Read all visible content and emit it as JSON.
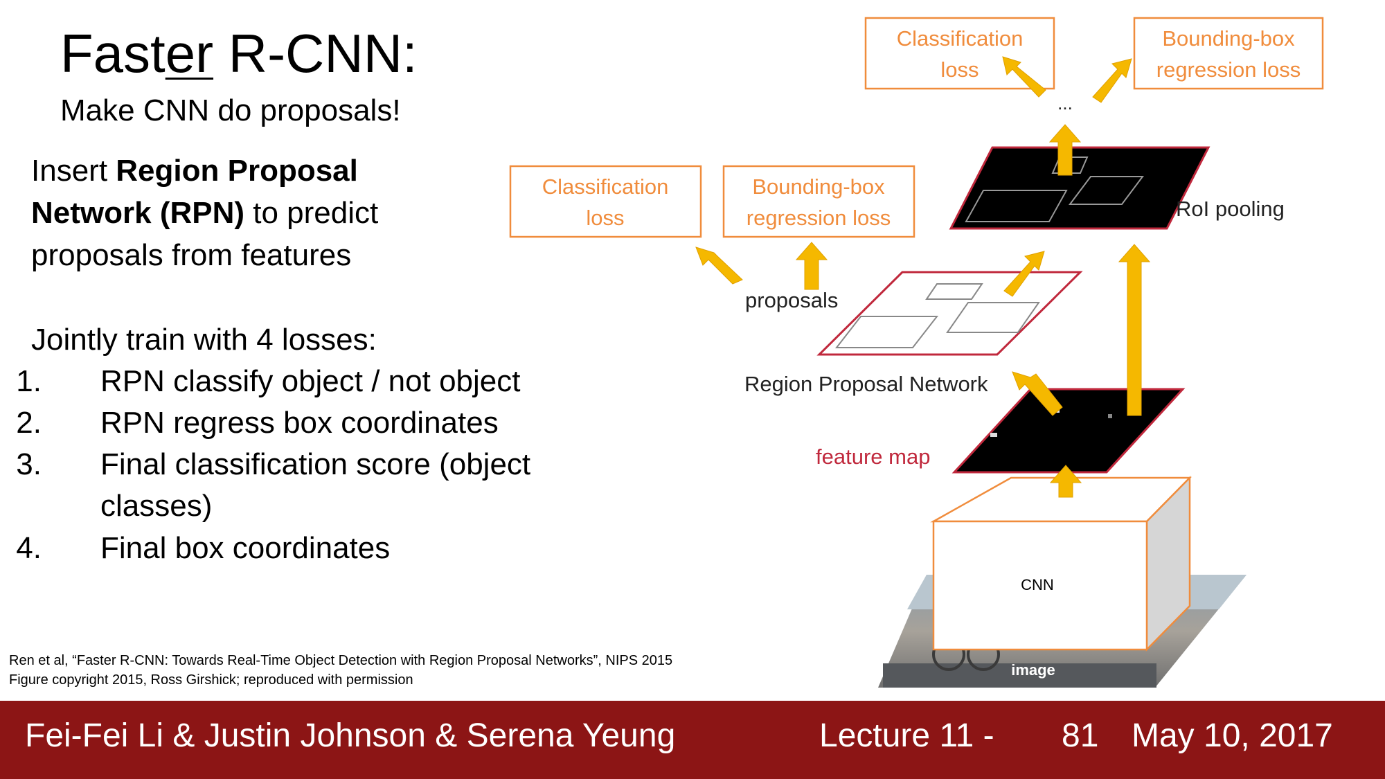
{
  "slide": {
    "title_pre": "Fast",
    "title_underlined": "er",
    "title_post": " R-CNN:",
    "subtitle": "Make CNN do proposals!",
    "body": {
      "line1_plain": "Insert ",
      "line1_bold": "Region Proposal",
      "line2_bold": "Network (RPN)",
      "line2_plain": " to predict",
      "line3": "proposals from features",
      "line4": "Jointly train with 4 losses:"
    },
    "losses": [
      {
        "num": "1.",
        "text": "RPN classify object / not object"
      },
      {
        "num": "2.",
        "text": "RPN regress box coordinates"
      },
      {
        "num": "3.",
        "text": "Final classification score (object"
      },
      {
        "num": "",
        "text": "classes)"
      },
      {
        "num": "4.",
        "text": "Final box coordinates"
      }
    ],
    "citation": {
      "line1": "Ren et al, “Faster R-CNN: Towards Real-Time Object Detection with Region Proposal Networks”, NIPS 2015",
      "line2": "Figure copyright 2015, Ross Girshick; reproduced with permission"
    }
  },
  "diagram": {
    "top_cls_loss_1": "Classification",
    "top_cls_loss_2": "loss",
    "top_bbox_loss_1": "Bounding-box",
    "top_bbox_loss_2": "regression loss",
    "ellipsis": "...",
    "roi_pooling": "RoI pooling",
    "rpn_cls_loss_1": "Classification",
    "rpn_cls_loss_2": "loss",
    "rpn_bbox_loss_1": "Bounding-box",
    "rpn_bbox_loss_2": "regression loss",
    "proposals": "proposals",
    "rpn": "Region Proposal Network",
    "feature_map": "feature map",
    "cnn": "CNN",
    "image": "image"
  },
  "footer": {
    "authors": "Fei-Fei Li & Justin Johnson & Serena Yeung",
    "lecture": "Lecture 11 -",
    "page": "81",
    "date": "May 10, 2017"
  },
  "colors": {
    "orange": "#f08c3c",
    "arrow": "#f5b800",
    "red": "#c0283c",
    "footer_bg": "#8c1515"
  }
}
